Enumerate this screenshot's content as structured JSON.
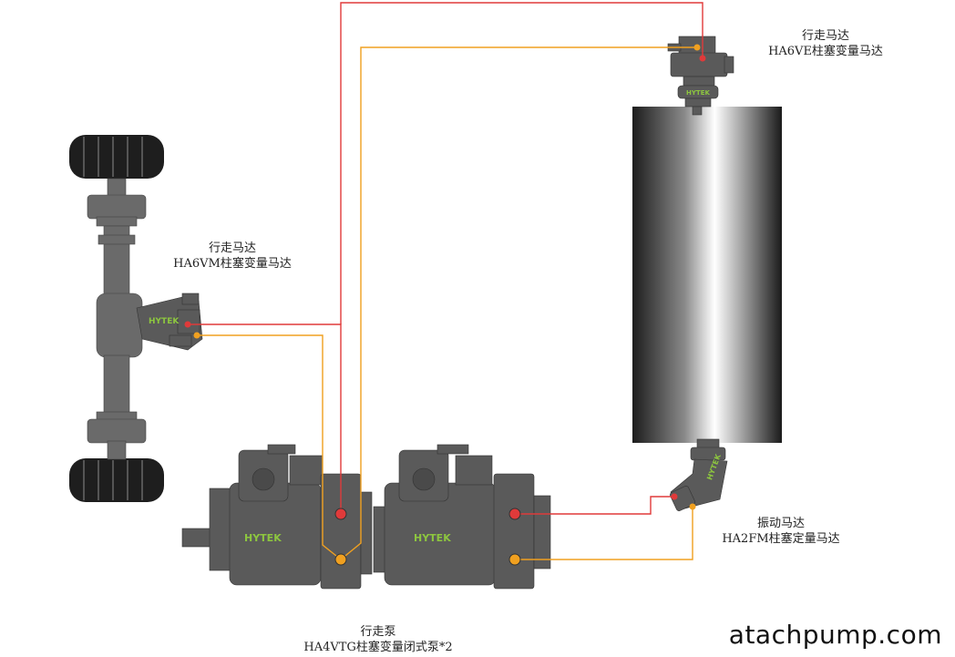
{
  "labels": {
    "top_motor": {
      "line1": "行走马达",
      "line2": "HA6VE柱塞变量马达"
    },
    "wheel_motor": {
      "line1": "行走马达",
      "line2": "HA6VM柱塞变量马达"
    },
    "vibration_motor": {
      "line1": "振动马达",
      "line2": "HA2FM柱塞定量马达"
    },
    "pump": {
      "line1": "行走泵",
      "line2": "HA4VTG柱塞变量闭式泵*2"
    }
  },
  "brand": "HYTEK",
  "watermark": "atachpump.com",
  "colors": {
    "pressure_line": "#e03a3a",
    "return_line": "#f0a020",
    "component": "#5a5a5a",
    "brand": "#8dc63f"
  }
}
